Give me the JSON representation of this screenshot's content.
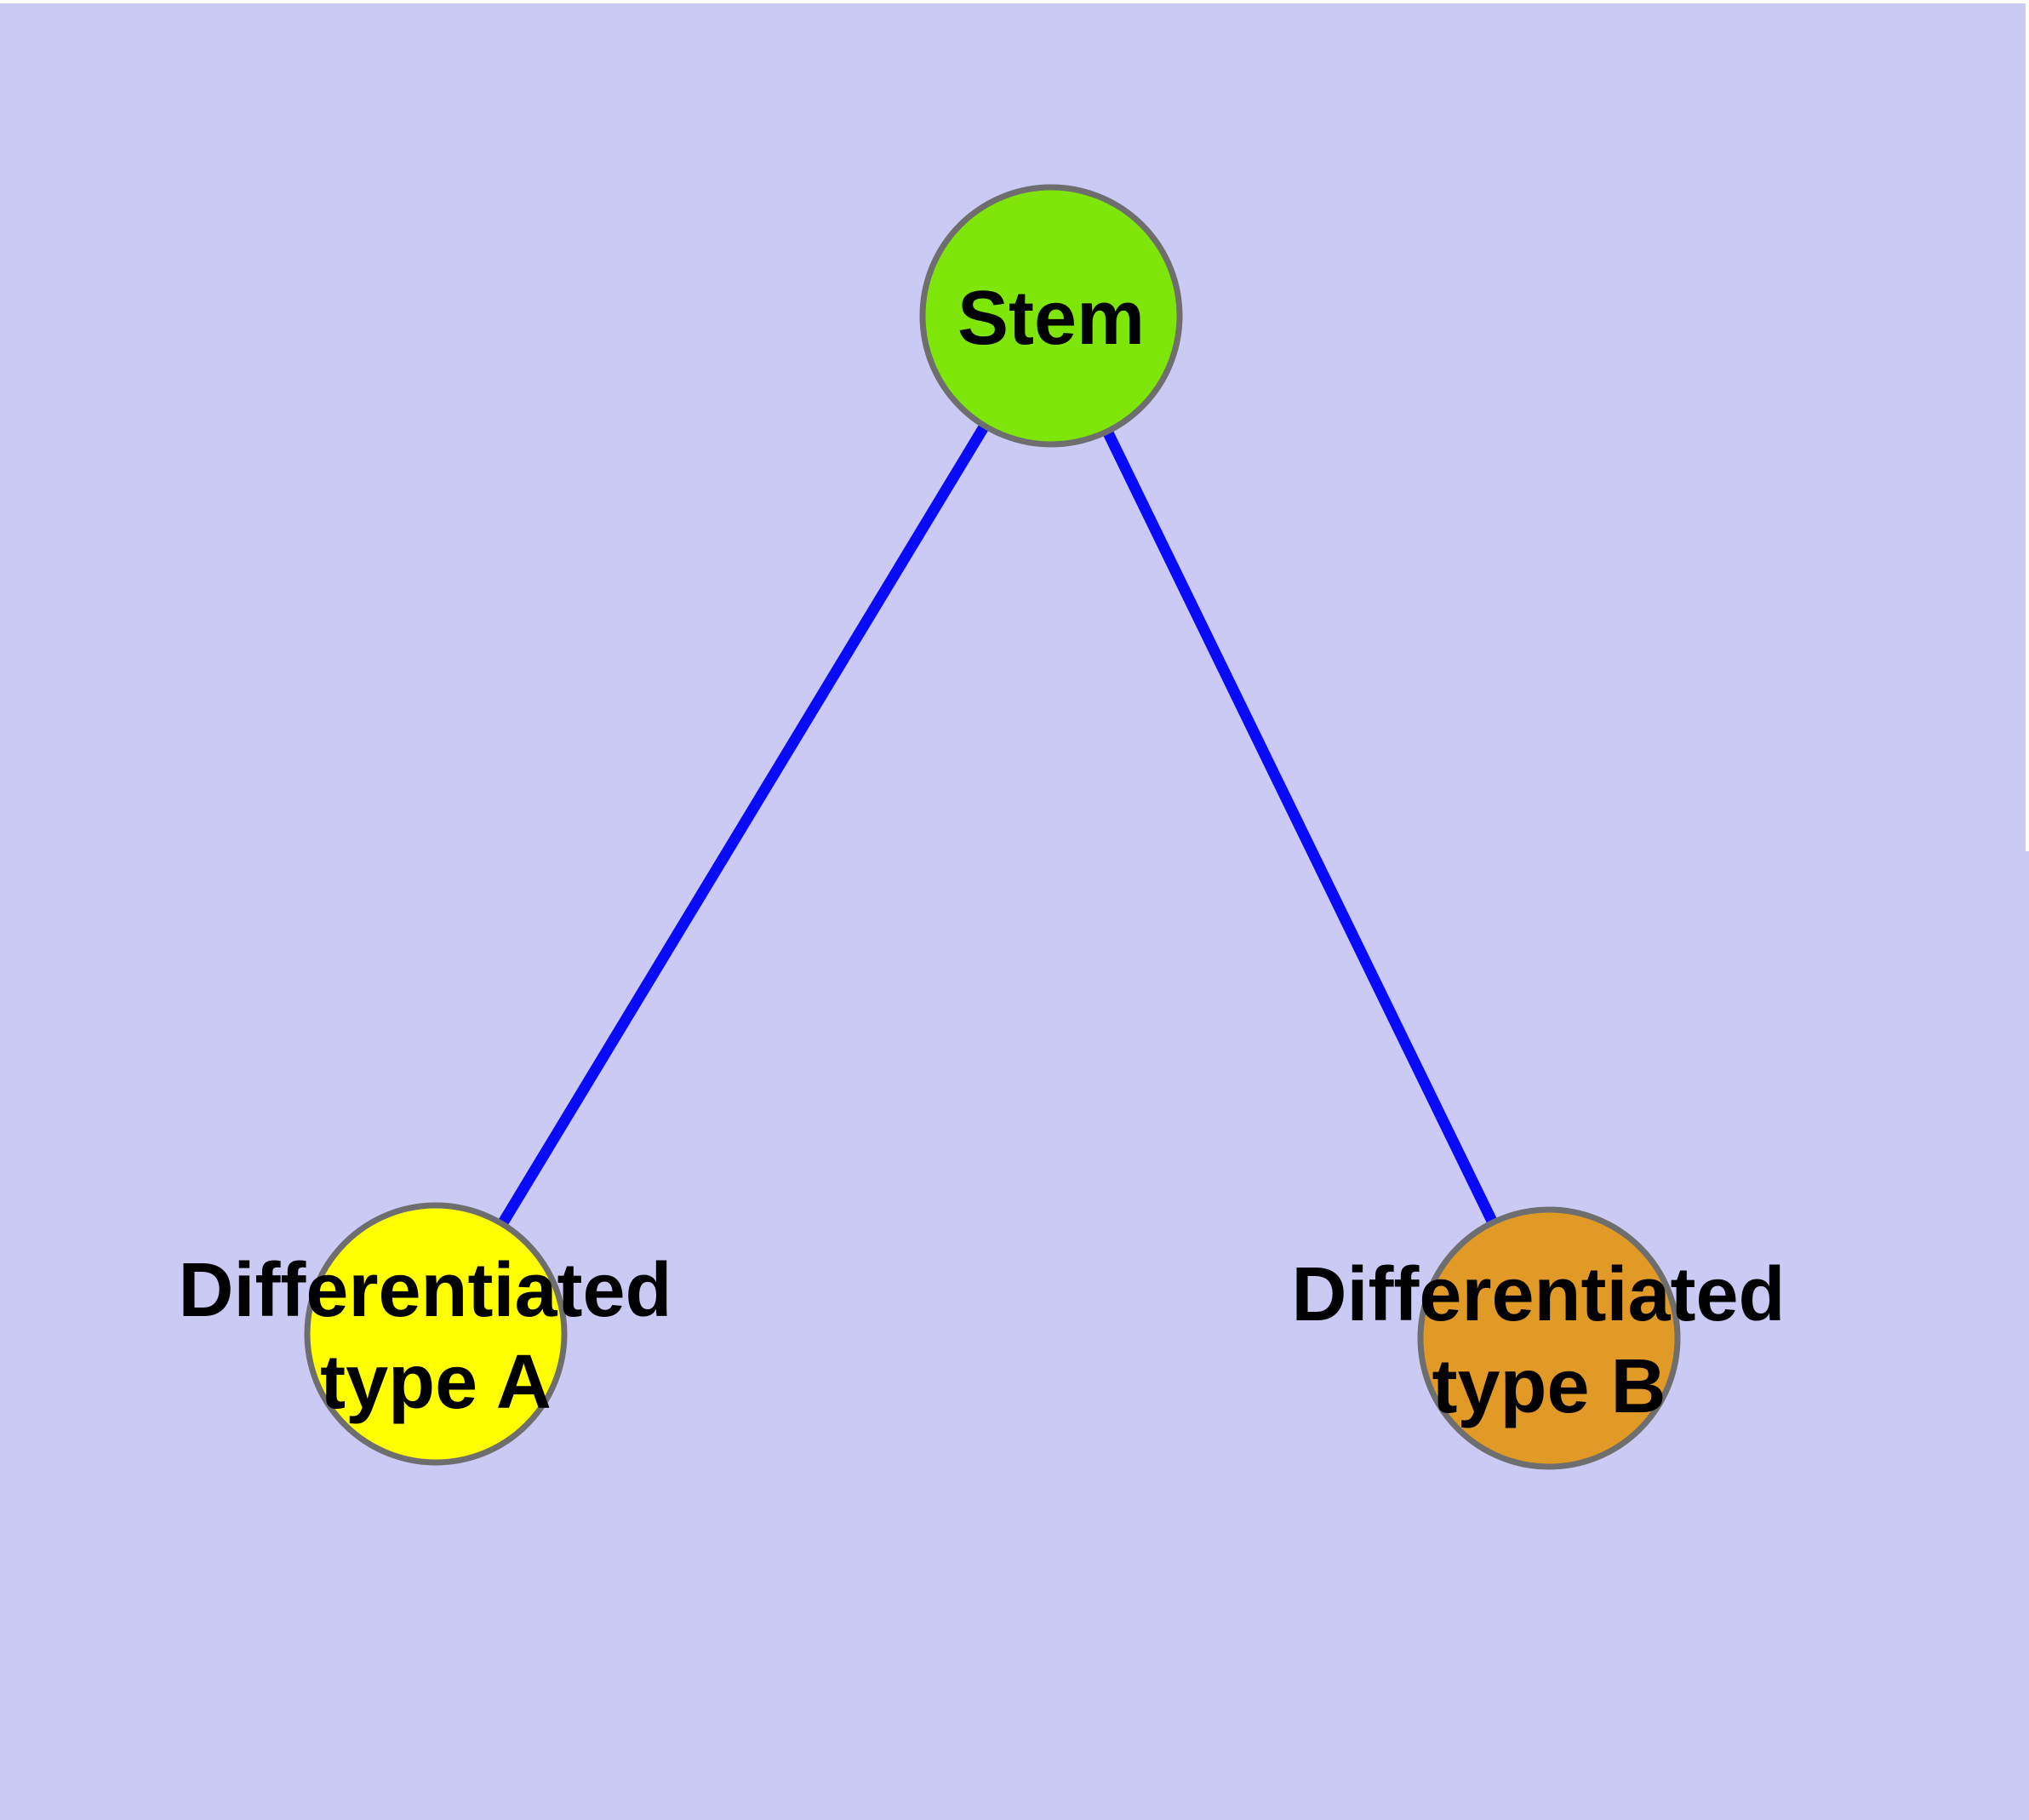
{
  "diagram": {
    "background_color": "#CACAF5",
    "page_margin_color": "#FFFFFF",
    "edge_color": "#0A0AFA",
    "node_border_color": "#6E6E6E",
    "label_color": "#000000",
    "nodes": {
      "stem": {
        "label": "Stem",
        "fill": "#7FE60A"
      },
      "type_a": {
        "label": "Differentiated type A",
        "label_line1": "Differentiated",
        "label_line2": "type A",
        "fill": "#FFFF00"
      },
      "type_b": {
        "label": "Differentiated type B",
        "label_line1": "Differentiated",
        "label_line2": "type B",
        "fill": "#E19A25"
      }
    },
    "edges": [
      {
        "from": "Stem",
        "to": "Differentiated type A"
      },
      {
        "from": "Stem",
        "to": "Differentiated type B"
      }
    ]
  }
}
